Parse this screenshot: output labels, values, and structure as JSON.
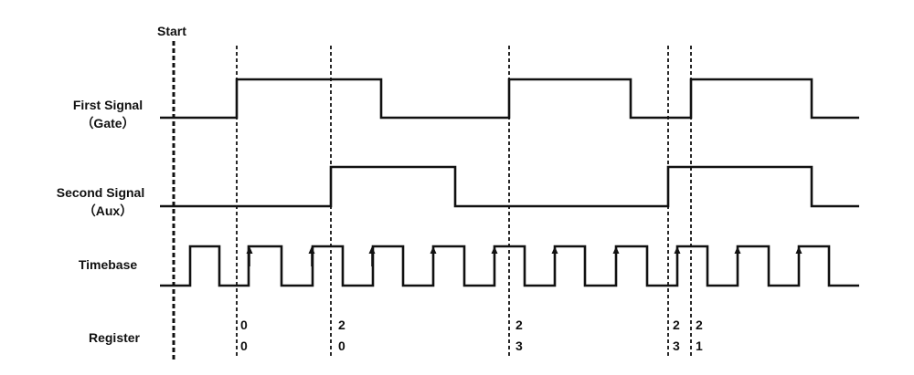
{
  "start_label": "Start",
  "signals": [
    {
      "key": "gate",
      "line1": "First Signal",
      "line2": "（Gate）"
    },
    {
      "key": "aux",
      "line1": "Second Signal",
      "line2": "（Aux）"
    },
    {
      "key": "timebase",
      "line1": "Timebase",
      "line2": ""
    },
    {
      "key": "register",
      "line1": "Register",
      "line2": ""
    }
  ],
  "register_values": [
    {
      "top": "0",
      "bottom": "0"
    },
    {
      "top": "2",
      "bottom": "0"
    },
    {
      "top": "2",
      "bottom": "3"
    },
    {
      "top": "2",
      "bottom": "3"
    },
    {
      "top": "2",
      "bottom": "1"
    }
  ]
}
